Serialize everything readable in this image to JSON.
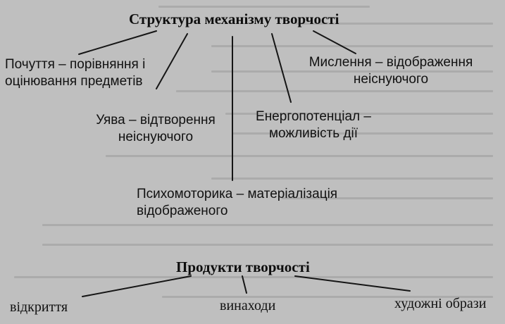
{
  "diagram": {
    "title": "Структура механізму творчості",
    "components": [
      {
        "id": "feeling",
        "lines": [
          "Почуття – порівняння і",
          "оцінювання предметів"
        ]
      },
      {
        "id": "thinking",
        "lines": [
          "Мислення – відображення",
          "неіснуючого"
        ]
      },
      {
        "id": "imagination",
        "lines": [
          "Уява – відтворення",
          "неіснуючого"
        ]
      },
      {
        "id": "energy",
        "lines": [
          "Енергопотенціал –",
          "можливість дії"
        ]
      },
      {
        "id": "psychomotor",
        "lines": [
          "Психомоторика – матеріалізація",
          "відображеного"
        ]
      }
    ],
    "products_title": "Продукти творчості",
    "products": [
      "відкриття",
      "винаходи",
      "художні образи"
    ]
  },
  "colors": {
    "paper": "#bfbfbf",
    "ink": "#141414",
    "bleed_through": "#a9a9a9"
  }
}
